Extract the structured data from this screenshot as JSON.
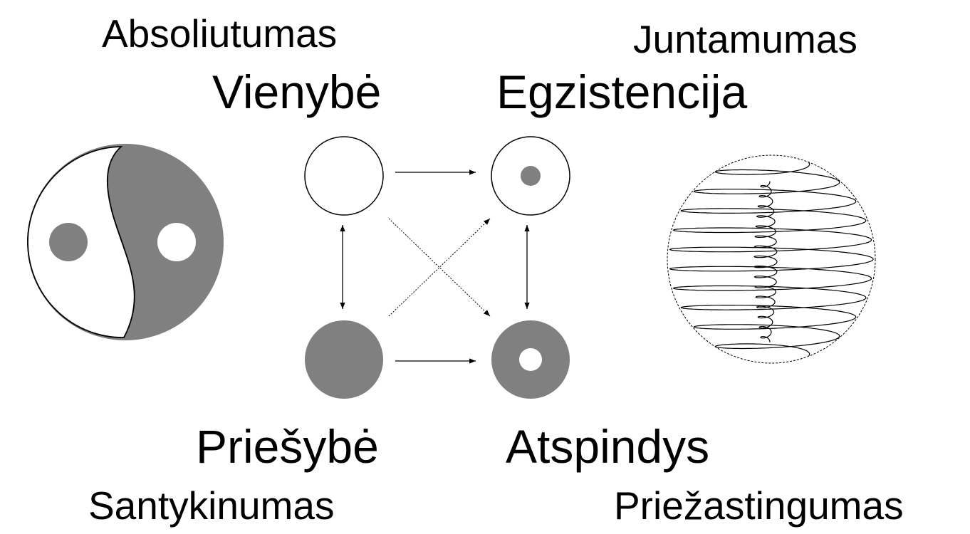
{
  "labels": {
    "top_left_small": "Absoliutumas",
    "top_left_big": "Vienybė",
    "top_right_small": "Juntamumas",
    "top_right_big": "Egzistencija",
    "bottom_left_big": "Priešybė",
    "bottom_left_small": "Santykinumas",
    "bottom_right_big": "Atspindys",
    "bottom_right_small": "Priežastingumas"
  },
  "colors": {
    "fill_gray": "#808080",
    "stroke": "#000000",
    "background": "#ffffff"
  },
  "icons": {
    "left": "yin-yang-icon",
    "right": "spiral-sphere-icon"
  },
  "arrows": [
    {
      "from": "unity-circle",
      "to": "existence-circle",
      "style": "solid"
    },
    {
      "from": "opposition-circle",
      "to": "reflection-circle",
      "style": "solid"
    },
    {
      "from": "unity-circle",
      "to": "opposition-circle",
      "style": "solid",
      "bidirectional": true
    },
    {
      "from": "existence-circle",
      "to": "reflection-circle",
      "style": "solid",
      "bidirectional": true
    },
    {
      "from": "unity-circle",
      "to": "reflection-circle",
      "style": "dotted"
    },
    {
      "from": "opposition-circle",
      "to": "existence-circle",
      "style": "dotted"
    }
  ]
}
